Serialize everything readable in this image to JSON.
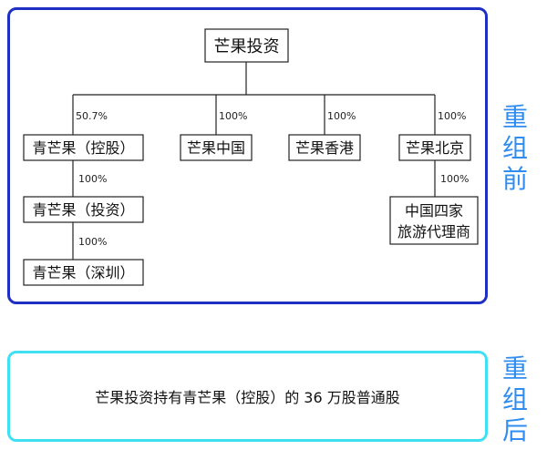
{
  "before": {
    "label_chars": [
      "重",
      "组",
      "前"
    ],
    "nodes": {
      "root": "芒果投资",
      "qing_holding": "青芒果（控股）",
      "mango_china": "芒果中国",
      "mango_hk": "芒果香港",
      "mango_bj": "芒果北京",
      "qing_invest": "青芒果（投资）",
      "qing_sz": "青芒果（深圳）",
      "cn_agency_line1": "中国四家",
      "cn_agency_line2": "旅游代理商"
    },
    "edges": {
      "root_qing_holding": "50.7%",
      "root_mango_china": "100%",
      "root_mango_hk": "100%",
      "root_mango_bj": "100%",
      "qing_holding_qing_invest": "100%",
      "qing_invest_qing_sz": "100%",
      "mango_bj_cn_agency": "100%"
    }
  },
  "after": {
    "label_chars": [
      "重",
      "组",
      "后"
    ],
    "text": "芒果投资持有青芒果（控股）的 36 万股普通股"
  },
  "colors": {
    "before_border": "#1f2fc4",
    "after_border": "#3fe0f2",
    "side_label": "#2f8cf0"
  }
}
